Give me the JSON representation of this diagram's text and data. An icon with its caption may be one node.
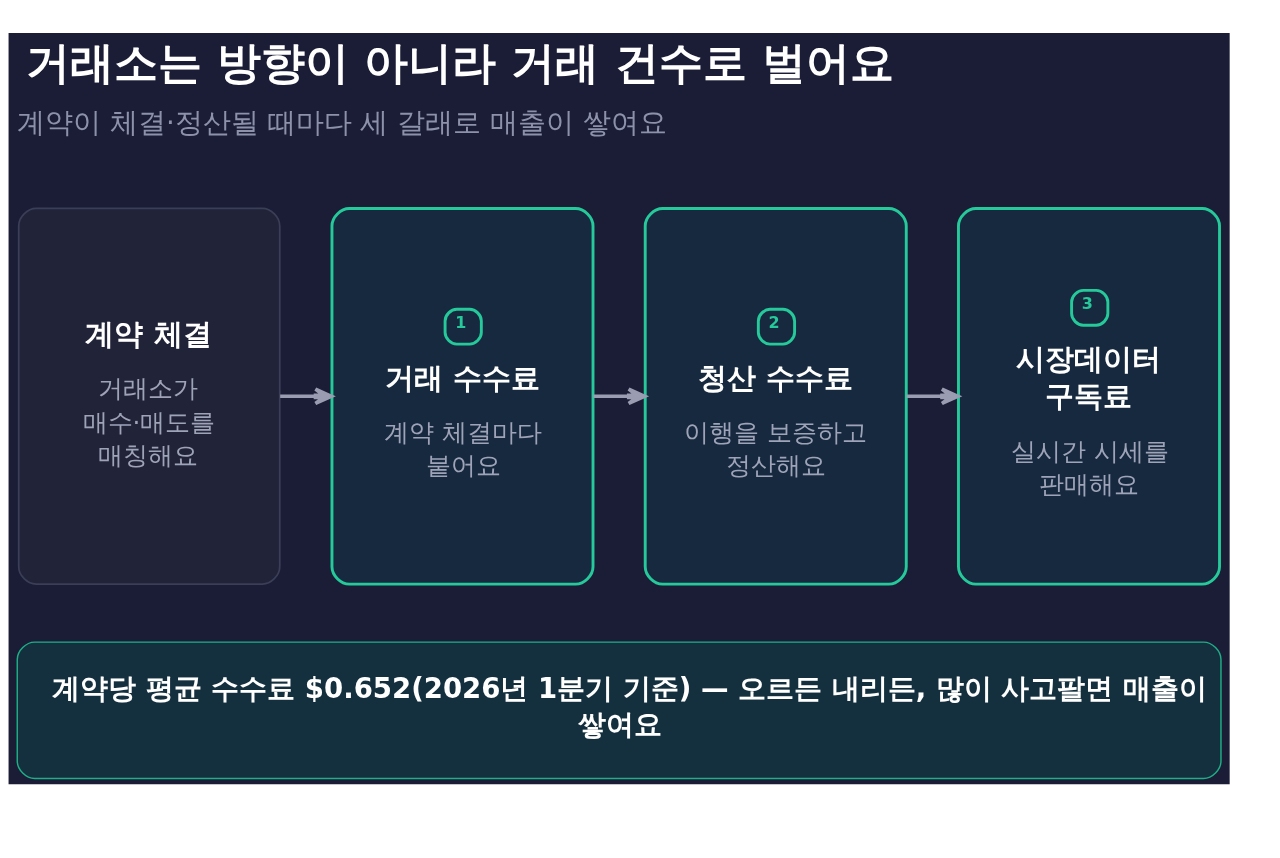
{
  "diagram": {
    "title": "거래소는 방향이 아니라 거래 건수로 벌어요",
    "nodes": [
      {
        "text": [
          "계약 체결",
          "거래소가 매수·매도를 매칭해요"
        ]
      },
      {
        "text": [
          "1",
          "거래 수수료",
          "계약 체결마다 붙어요"
        ]
      },
      {
        "text": [
          "2",
          "청산 수수료",
          "이행을 보증하고 정산해요"
        ]
      },
      {
        "text": [
          "3",
          "시장데이터 구독료",
          "실시간 시세를 판매해요"
        ]
      },
      {
        "text": [
          "계약당 평균 수수료 $0.652(2026년 1분기 기준) — 오르든 내리든, 많이 사고팔면 매출이 쌓여요"
        ]
      }
    ],
    "edges": [
      {
        "from": 0,
        "to": 1,
        "arrow": "to"
      },
      {
        "from": 1,
        "to": 2,
        "arrow": "to"
      },
      {
        "from": 2,
        "to": 3,
        "arrow": "to"
      }
    ],
    "labels": [
      "계약이 체결·정산될 때마다 세 갈래로 매출이 쌓여요"
    ]
  }
}
